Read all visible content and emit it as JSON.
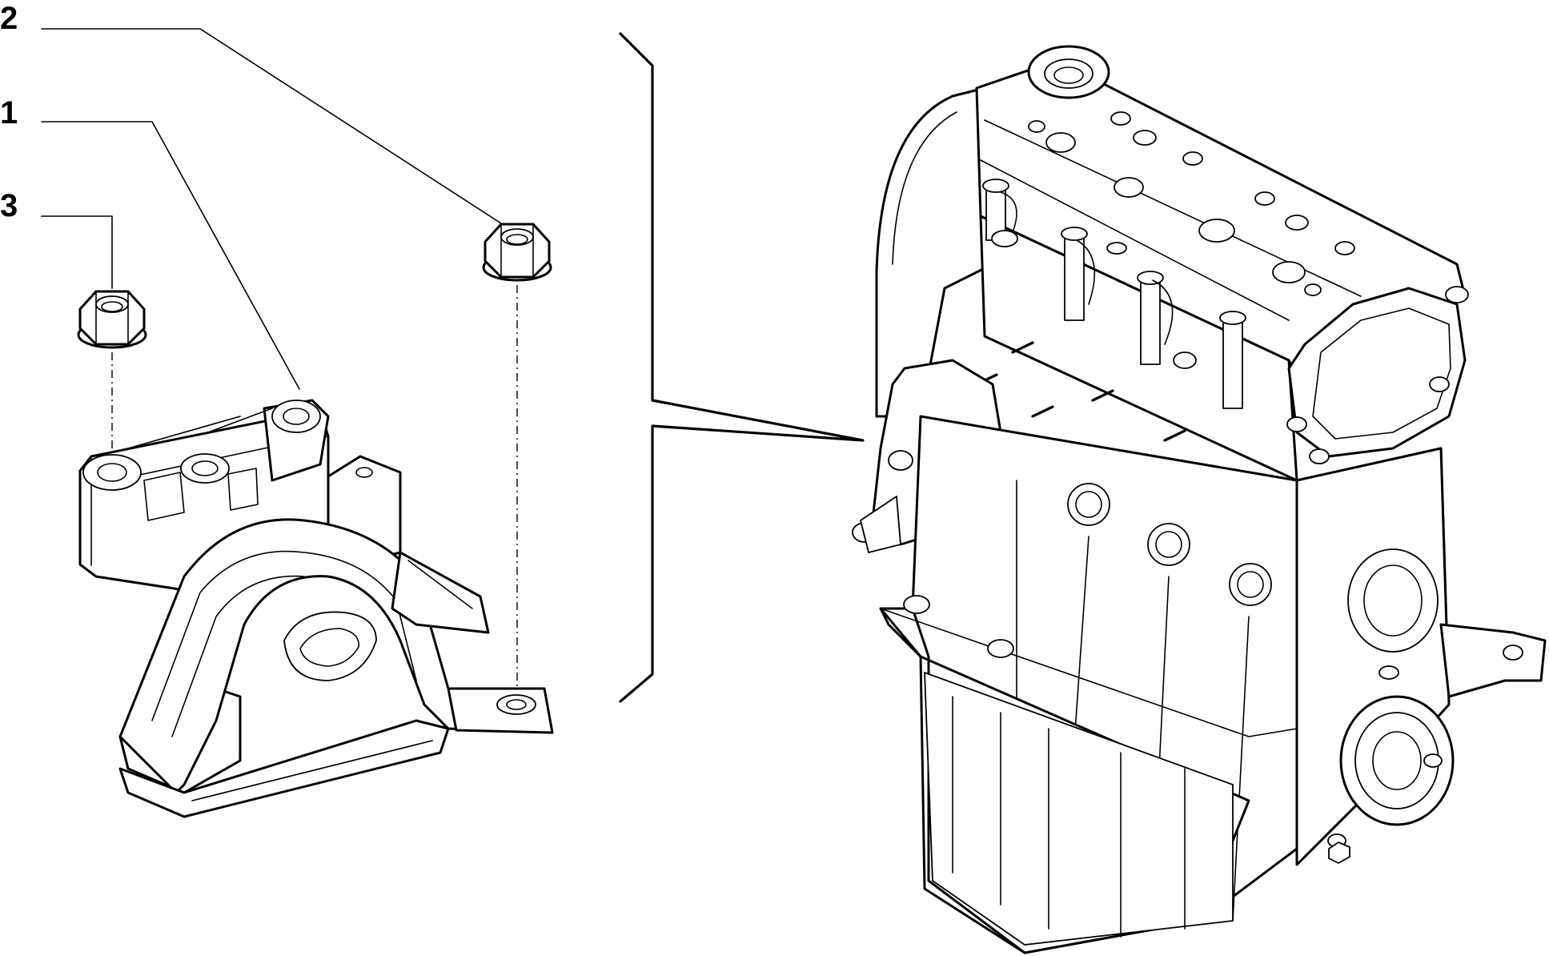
{
  "callouts": [
    {
      "id": "2",
      "label": "2"
    },
    {
      "id": "1",
      "label": "1"
    },
    {
      "id": "3",
      "label": "3"
    }
  ]
}
